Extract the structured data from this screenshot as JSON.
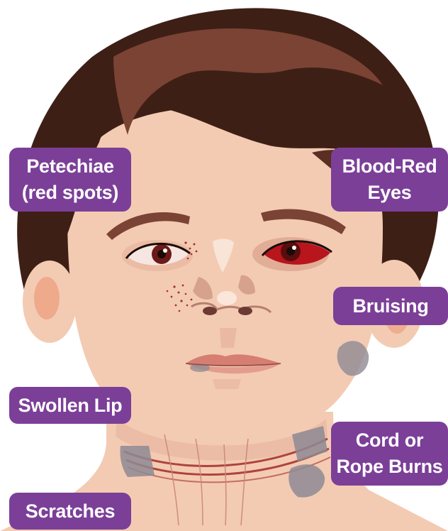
{
  "colors": {
    "callout_fill": "#7b3f98",
    "hair": "#3e1f16",
    "hair_highlight": "#7a4334",
    "skin": "#f3cbb3",
    "skin_shadow": "#e7b49c",
    "eye_red": "#b8151d",
    "petechiae": "#a5302c",
    "bruise": "#8e8a93",
    "rope_burn": "#b0433c"
  },
  "labels": {
    "petechiae": {
      "line1": "Petechiae",
      "line2": "(red spots)"
    },
    "blood_red_eyes": {
      "line1": "Blood-Red",
      "line2": "Eyes"
    },
    "bruising": {
      "line1": "Bruising"
    },
    "swollen_lip": {
      "line1": "Swollen Lip"
    },
    "cord_rope_burns": {
      "line1": "Cord or",
      "line2": "Rope Burns"
    },
    "scratches": {
      "line1": "Scratches"
    }
  }
}
